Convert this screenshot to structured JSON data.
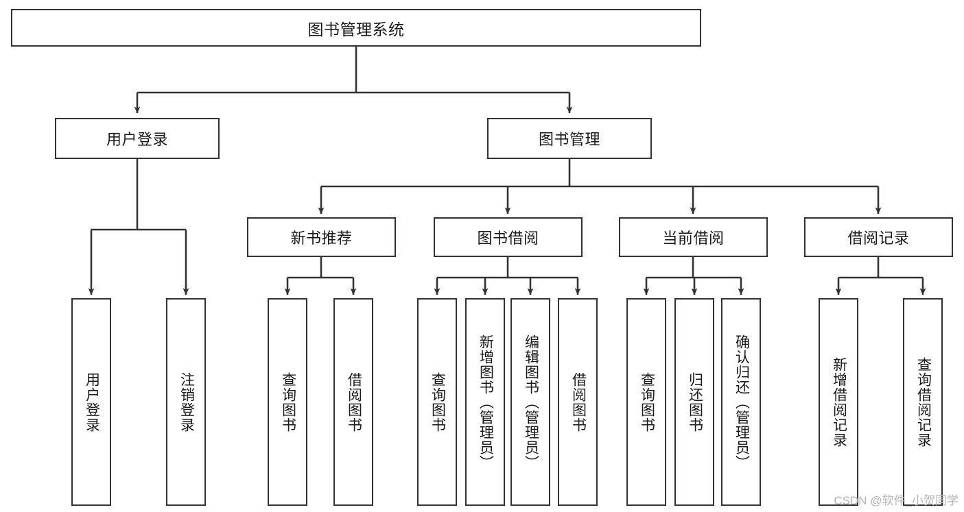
{
  "diagram": {
    "title": "图书管理系统",
    "type": "tree-hierarchy-diagram",
    "colors": {
      "stroke": "#333333",
      "fill": "#ffffff",
      "text": "#1a1a1a",
      "watermark": "#b6b6b6"
    },
    "root": {
      "label": "图书管理系统"
    },
    "level2": [
      {
        "label": "用户登录"
      },
      {
        "label": "图书管理"
      }
    ],
    "level3": [
      {
        "label": "新书推荐"
      },
      {
        "label": "图书借阅"
      },
      {
        "label": "当前借阅"
      },
      {
        "label": "借阅记录"
      }
    ],
    "leaves": {
      "user_login": [
        {
          "label": "用户登录"
        },
        {
          "label": "注销登录"
        }
      ],
      "new_book": [
        {
          "label": "查询图书"
        },
        {
          "label": "借阅图书"
        }
      ],
      "book_borrow": [
        {
          "label": "查询图书"
        },
        {
          "label": "新增图书（管理员）"
        },
        {
          "label": "编辑图书（管理员）"
        },
        {
          "label": "借阅图书"
        }
      ],
      "current_borrow": [
        {
          "label": "查询图书"
        },
        {
          "label": "归还图书"
        },
        {
          "label": "确认归还（管理员）"
        }
      ],
      "borrow_record": [
        {
          "label": "新增借阅记录"
        },
        {
          "label": "查询借阅记录"
        }
      ]
    }
  },
  "watermark": {
    "text": "CSDN @软件_小贺同学"
  }
}
